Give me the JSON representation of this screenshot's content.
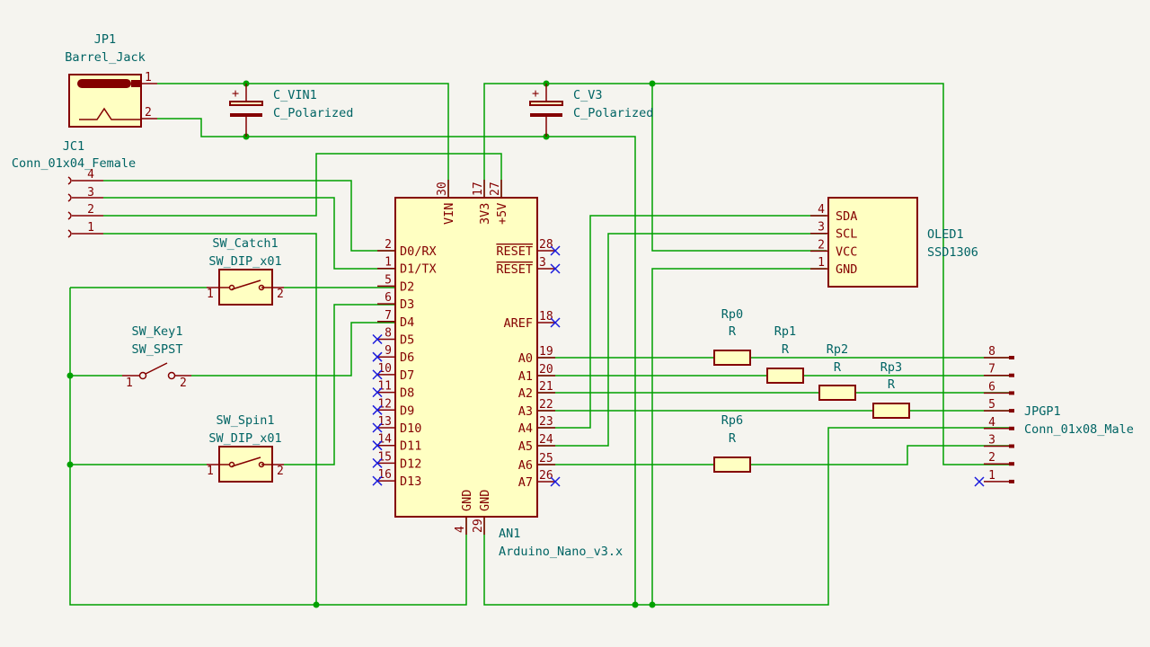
{
  "colors": {
    "wire": "#00a000",
    "body": "#840000",
    "fill": "#ffffc2",
    "ref": "#006464",
    "noconnect": "#1a1adc",
    "background": "#f5f4ef"
  },
  "jp1": {
    "ref": "JP1",
    "value": "Barrel_Jack",
    "pins": [
      "1",
      "2"
    ]
  },
  "cvin1": {
    "ref": "C_VIN1",
    "value": "C_Polarized",
    "plus": "+"
  },
  "cv3": {
    "ref": "C_V3",
    "value": "C_Polarized",
    "plus": "+"
  },
  "jc1": {
    "ref": "JC1",
    "value": "Conn_01x04_Female",
    "pins": [
      "4",
      "3",
      "2",
      "1"
    ]
  },
  "sw_catch1": {
    "ref": "SW_Catch1",
    "value": "SW_DIP_x01",
    "pins": [
      "1",
      "2"
    ]
  },
  "sw_key1": {
    "ref": "SW_Key1",
    "value": "SW_SPST",
    "pins": [
      "1",
      "2"
    ]
  },
  "sw_spin1": {
    "ref": "SW_Spin1",
    "value": "SW_DIP_x01",
    "pins": [
      "1",
      "2"
    ]
  },
  "an1": {
    "ref": "AN1",
    "value": "Arduino_Nano_v3.x",
    "top_pins": [
      {
        "name": "VIN",
        "num": "30"
      },
      {
        "name": "3V3",
        "num": "17"
      },
      {
        "name": "+5V",
        "num": "27"
      }
    ],
    "bottom_pins": [
      {
        "name": "GND",
        "num": "4"
      },
      {
        "name": "GND",
        "num": "29"
      }
    ],
    "left_pins": [
      {
        "name": "D0/RX",
        "num": "2"
      },
      {
        "name": "D1/TX",
        "num": "1"
      },
      {
        "name": "D2",
        "num": "5"
      },
      {
        "name": "D3",
        "num": "6"
      },
      {
        "name": "D4",
        "num": "7"
      },
      {
        "name": "D5",
        "num": "8"
      },
      {
        "name": "D6",
        "num": "9"
      },
      {
        "name": "D7",
        "num": "10"
      },
      {
        "name": "D8",
        "num": "11"
      },
      {
        "name": "D9",
        "num": "12"
      },
      {
        "name": "D10",
        "num": "13"
      },
      {
        "name": "D11",
        "num": "14"
      },
      {
        "name": "D12",
        "num": "15"
      },
      {
        "name": "D13",
        "num": "16"
      }
    ],
    "right_pins": [
      {
        "name": "RESET",
        "num": "28"
      },
      {
        "name": "RESET",
        "num": "3"
      },
      {
        "name": "AREF",
        "num": "18"
      },
      {
        "name": "A0",
        "num": "19"
      },
      {
        "name": "A1",
        "num": "20"
      },
      {
        "name": "A2",
        "num": "21"
      },
      {
        "name": "A3",
        "num": "22"
      },
      {
        "name": "A4",
        "num": "23"
      },
      {
        "name": "A5",
        "num": "24"
      },
      {
        "name": "A6",
        "num": "25"
      },
      {
        "name": "A7",
        "num": "26"
      }
    ]
  },
  "oled1": {
    "ref": "OLED1",
    "value": "SSD1306",
    "pins": [
      {
        "name": "SDA",
        "num": "4"
      },
      {
        "name": "SCL",
        "num": "3"
      },
      {
        "name": "VCC",
        "num": "2"
      },
      {
        "name": "GND",
        "num": "1"
      }
    ]
  },
  "resistors": [
    {
      "ref": "Rp0",
      "value": "R"
    },
    {
      "ref": "Rp1",
      "value": "R"
    },
    {
      "ref": "Rp2",
      "value": "R"
    },
    {
      "ref": "Rp3",
      "value": "R"
    },
    {
      "ref": "Rp6",
      "value": "R"
    }
  ],
  "jpgp1": {
    "ref": "JPGP1",
    "value": "Conn_01x08_Male",
    "pins": [
      "8",
      "7",
      "6",
      "5",
      "4",
      "3",
      "2",
      "1"
    ]
  }
}
